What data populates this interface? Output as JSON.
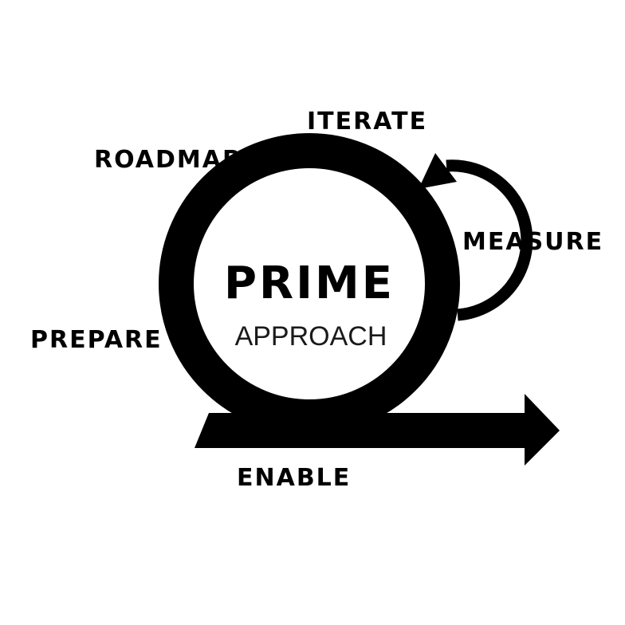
{
  "diagram": {
    "title": "PRIME",
    "subtitle": "APPROACH",
    "steps": {
      "iterate": "ITERATE",
      "roadmap": "ROADMAP",
      "measure": "MEASURE",
      "prepare": "PREPARE",
      "enable": "ENABLE"
    }
  },
  "colors": {
    "ink": "#000000",
    "background": "#ffffff"
  },
  "icons": {
    "cycle": "loop-ring-icon",
    "feedback": "circular-arrow-icon",
    "forward": "right-arrow-icon"
  }
}
